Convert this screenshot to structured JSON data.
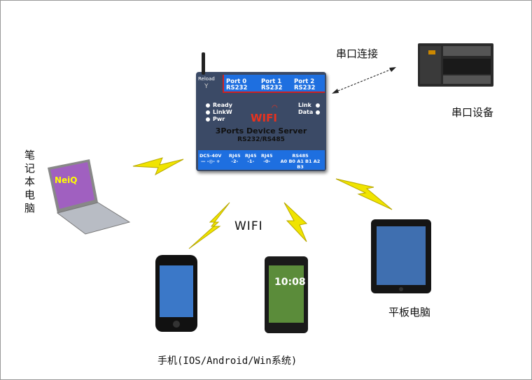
{
  "labels": {
    "serial_link": "串口连接",
    "serial_device": "串口设备",
    "laptop": "笔记本电脑",
    "wifi": "WIFI",
    "tablet": "平板电脑",
    "phone": "手机(IOS/Android/Win系统)"
  },
  "device": {
    "reload": "Reload",
    "ports": [
      {
        "name": "Port 0",
        "type": "RS232"
      },
      {
        "name": "Port 1",
        "type": "RS232"
      },
      {
        "name": "Port 2",
        "type": "RS232"
      }
    ],
    "leds_left": [
      "Ready",
      "LinkW",
      "Pwr"
    ],
    "leds_right": [
      "Link",
      "Data"
    ],
    "wifi_logo": "WIFI",
    "title": "3Ports Device Server",
    "subtitle": "RS232/RS485",
    "bottom": {
      "power": "DC5-40V",
      "power_pins": "— -◎- +",
      "rj45_2": "RJ45",
      "rj45_2n": "-2-",
      "rj45_1": "RJ45",
      "rj45_1n": "-1-",
      "rj45_0": "RJ45",
      "rj45_0n": "-0-",
      "rs485": "RS485",
      "rs485_pins": "A0 B0  A1 B1  A2 B3"
    }
  },
  "colors": {
    "bolt": "#f0e000",
    "device_body": "#3b4a66",
    "device_band": "#1e6fe0",
    "wifi_red": "#e8321e"
  }
}
